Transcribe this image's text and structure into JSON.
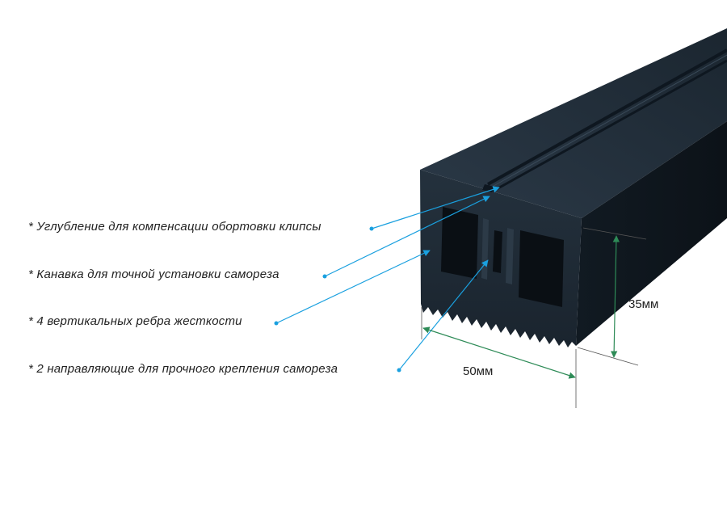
{
  "colors": {
    "pointer": "#1aa0df",
    "dimension": "#2e8b57",
    "profile_dark": "#15202b",
    "profile_top": "#2a3744",
    "background": "#ffffff"
  },
  "callouts": [
    {
      "text": "* Углубление для компенсации обортовки клипсы"
    },
    {
      "text": "* Канавка для точной установки самореза"
    },
    {
      "text": "* 4 вертикальных ребра жесткости"
    },
    {
      "text": "* 2 направляющие для прочного крепления самореза"
    }
  ],
  "dimensions": {
    "height": "35мм",
    "width": "50мм"
  }
}
